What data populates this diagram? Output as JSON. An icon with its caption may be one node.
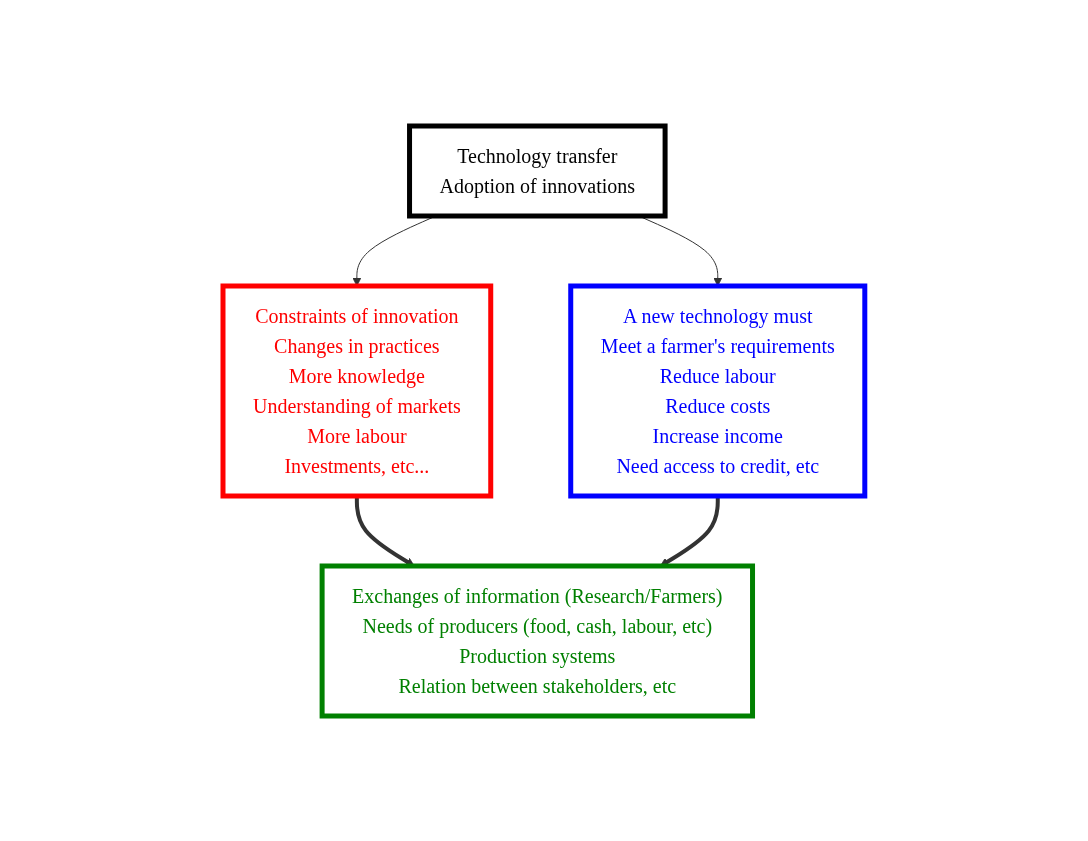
{
  "diagram": {
    "nodes": [
      {
        "text": [
          "Technology transfer",
          "Adoption of innovations"
        ]
      },
      {
        "text": [
          "Constraints of innovation",
          "Changes in practices",
          "More knowledge",
          "Understanding of markets",
          "More labour",
          "Investments, etc..."
        ]
      },
      {
        "text": [
          "A new technology must",
          "Meet a farmer's requirements",
          "Reduce labour",
          "Reduce costs",
          "Increase income",
          "Need access to credit, etc"
        ]
      },
      {
        "text": [
          "Exchanges of information (Research/Farmers)",
          "Needs of producers (food, cash, labour, etc)",
          "Production systems",
          "Relation between stakeholders, etc"
        ]
      }
    ],
    "edges": [
      {
        "from": 0,
        "to": 1,
        "arrow": "to"
      },
      {
        "from": 0,
        "to": 2,
        "arrow": "to"
      },
      {
        "from": 1,
        "to": 3,
        "arrow": "to",
        "style": "thick"
      },
      {
        "from": 2,
        "to": 3,
        "arrow": "to",
        "style": "thick"
      }
    ]
  }
}
